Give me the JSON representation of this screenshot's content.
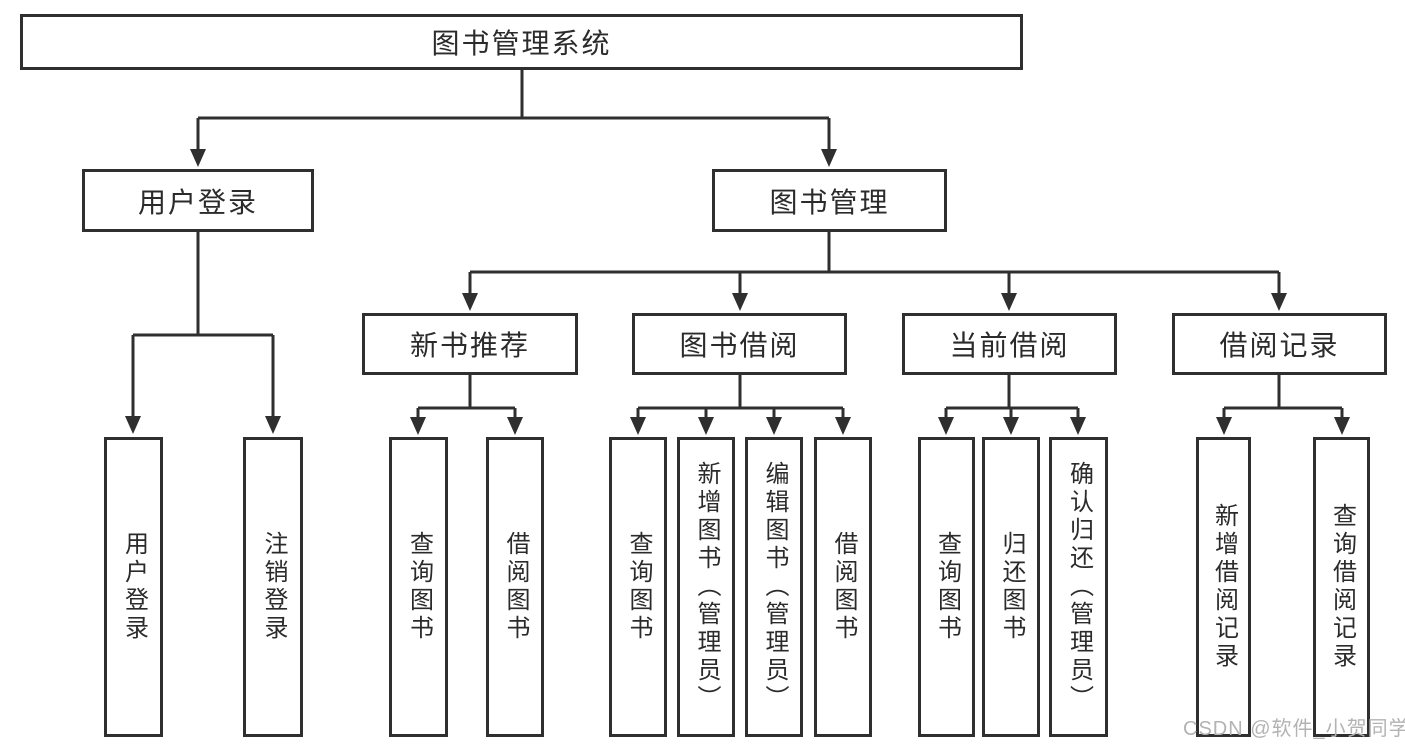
{
  "tree": {
    "root": {
      "label": "图书管理系统"
    },
    "branches": [
      {
        "label": "用户登录",
        "children": [
          {
            "label": "用户登录"
          },
          {
            "label": "注销登录"
          }
        ]
      },
      {
        "label": "图书管理",
        "groups": [
          {
            "label": "新书推荐",
            "children": [
              {
                "label": "查询图书"
              },
              {
                "label": "借阅图书"
              }
            ]
          },
          {
            "label": "图书借阅",
            "children": [
              {
                "label": "查询图书"
              },
              {
                "label": "新增图书（管理员）"
              },
              {
                "label": "编辑图书（管理员）"
              },
              {
                "label": "借阅图书"
              }
            ]
          },
          {
            "label": "当前借阅",
            "children": [
              {
                "label": "查询图书"
              },
              {
                "label": "归还图书"
              },
              {
                "label": "确认归还（管理员）"
              }
            ]
          },
          {
            "label": "借阅记录",
            "children": [
              {
                "label": "新增借阅记录"
              },
              {
                "label": "查询借阅记录"
              }
            ]
          }
        ]
      }
    ]
  },
  "watermark": "CSDN @软件_小贺同学",
  "colors": {
    "line": "#2f2f2f",
    "text": "#2b2b2b",
    "watermark": "#b3b3b3",
    "background": "#ffffff"
  }
}
